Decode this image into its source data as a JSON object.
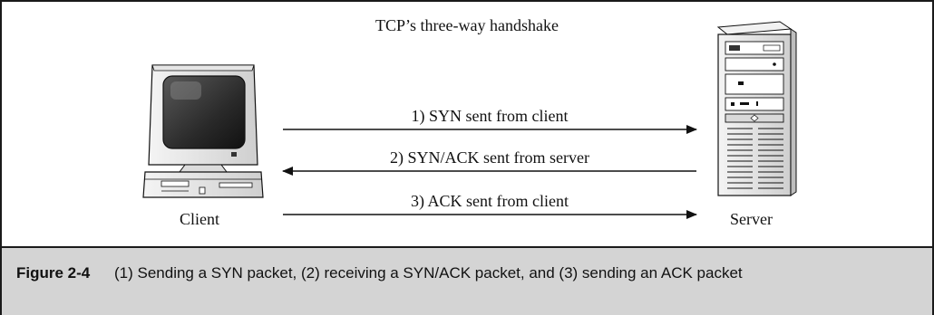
{
  "diagram": {
    "title": "TCP’s three-way handshake",
    "client_label": "Client",
    "server_label": "Server",
    "messages": [
      {
        "label": "1) SYN sent from client",
        "direction": "client-to-server"
      },
      {
        "label": "2) SYN/ACK sent from server",
        "direction": "server-to-client"
      },
      {
        "label": "3) ACK sent from client",
        "direction": "client-to-server"
      }
    ]
  },
  "caption": {
    "number": "Figure 2-4",
    "text": "(1) Sending a SYN packet, (2) receiving a SYN/ACK packet, and (3) sending an ACK packet"
  },
  "colors": {
    "caption_band": "#d4d4d4",
    "border": "#1a1a1a"
  }
}
